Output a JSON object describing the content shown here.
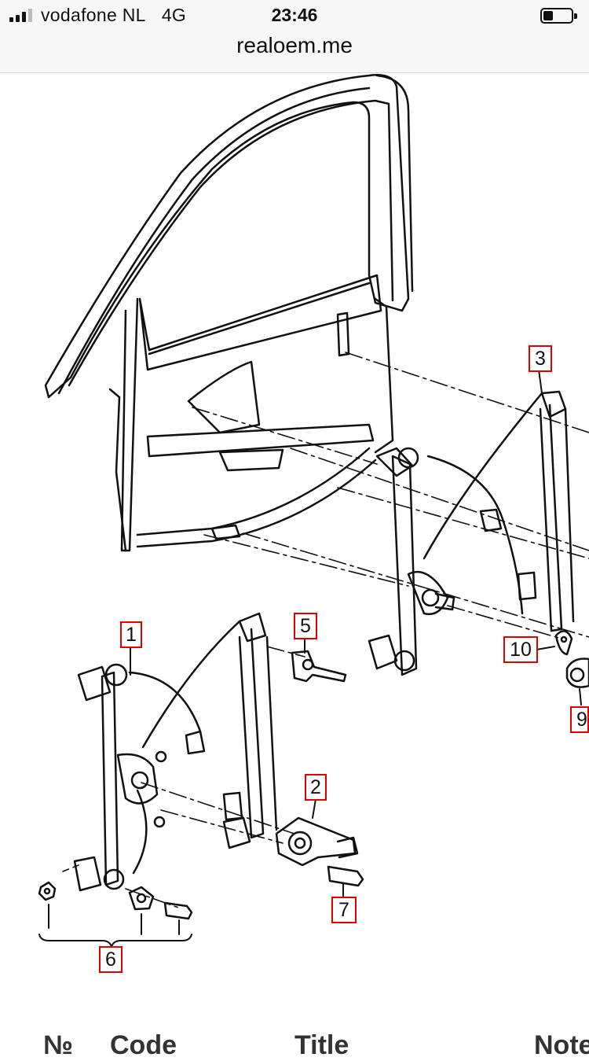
{
  "status": {
    "carrier": "vodafone NL",
    "network": "4G",
    "time": "23:46"
  },
  "browser": {
    "url": "realoem.me"
  },
  "diagram": {
    "callouts": {
      "c1": "1",
      "c2": "2",
      "c3": "3",
      "c5": "5",
      "c6": "6",
      "c7": "7",
      "c9": "9",
      "c10": "10"
    }
  },
  "table": {
    "col_no": "№",
    "col_code": "Code",
    "col_title": "Title",
    "col_note": "Note"
  }
}
